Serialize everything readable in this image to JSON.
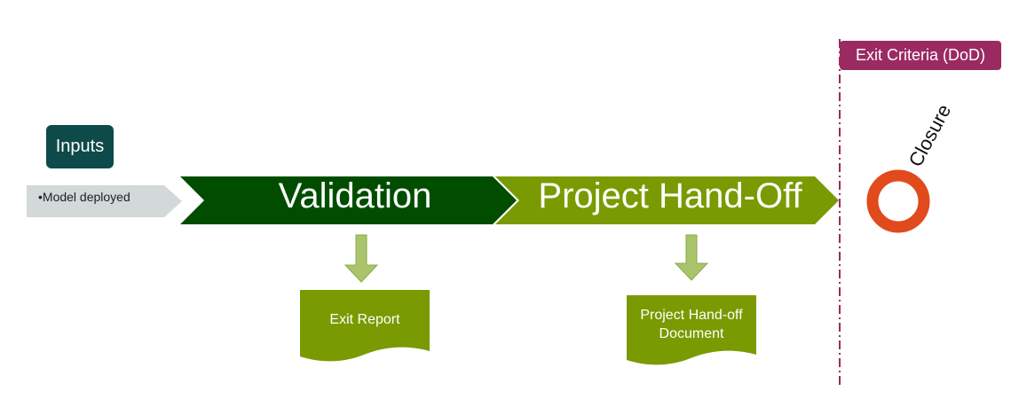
{
  "inputs_label": "Inputs",
  "input_items": [
    "•Model deployed"
  ],
  "stages": [
    {
      "label": "Validation",
      "color": "#004d00"
    },
    {
      "label": "Project Hand-Off",
      "color": "#7a9a01"
    }
  ],
  "deliverables": [
    {
      "label": "Exit Report"
    },
    {
      "label": "Project Hand-off Document"
    }
  ],
  "exit_criteria_label": "Exit Criteria (DoD)",
  "closure_label": "Closure",
  "colors": {
    "input_arrow": "#d3d8d8",
    "down_arrow": "#a9c46a",
    "document": "#7a9a01",
    "divider": "#9b2a62",
    "closure_ring": "#e04a1c",
    "inputs_box": "#0f4a4a"
  }
}
